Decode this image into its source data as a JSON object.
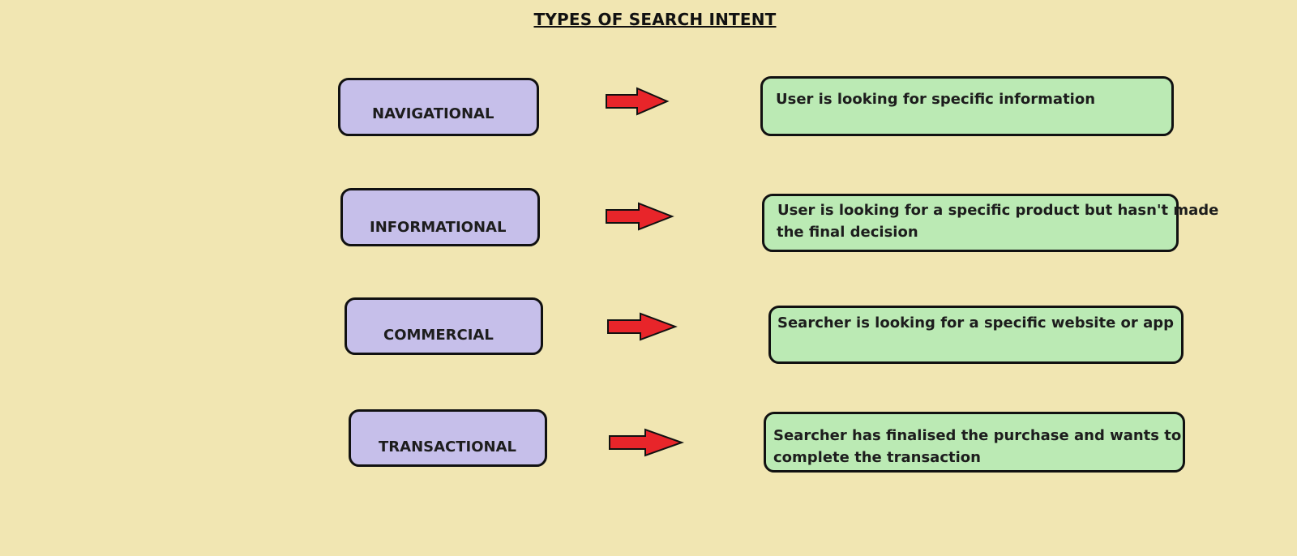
{
  "title": "TYPES OF SEARCH INTENT",
  "colors": {
    "background": "#f1e6b2",
    "type_box_fill": "#c6bfea",
    "description_box_fill": "#bbeab4",
    "arrow_fill": "#e8252a",
    "outline": "#111111"
  },
  "rows": [
    {
      "type": "NAVIGATIONAL",
      "description_lines": [
        "User is looking for specific information"
      ]
    },
    {
      "type": "INFORMATIONAL",
      "description_lines": [
        " User is looking for a specific product but hasn't made",
        "the final decision"
      ]
    },
    {
      "type": "COMMERCIAL",
      "description_lines": [
        "Searcher is looking for a specific website or app"
      ]
    },
    {
      "type": "TRANSACTIONAL",
      "description_lines": [
        "Searcher has finalised the purchase and wants to",
        "complete the transaction"
      ]
    }
  ]
}
